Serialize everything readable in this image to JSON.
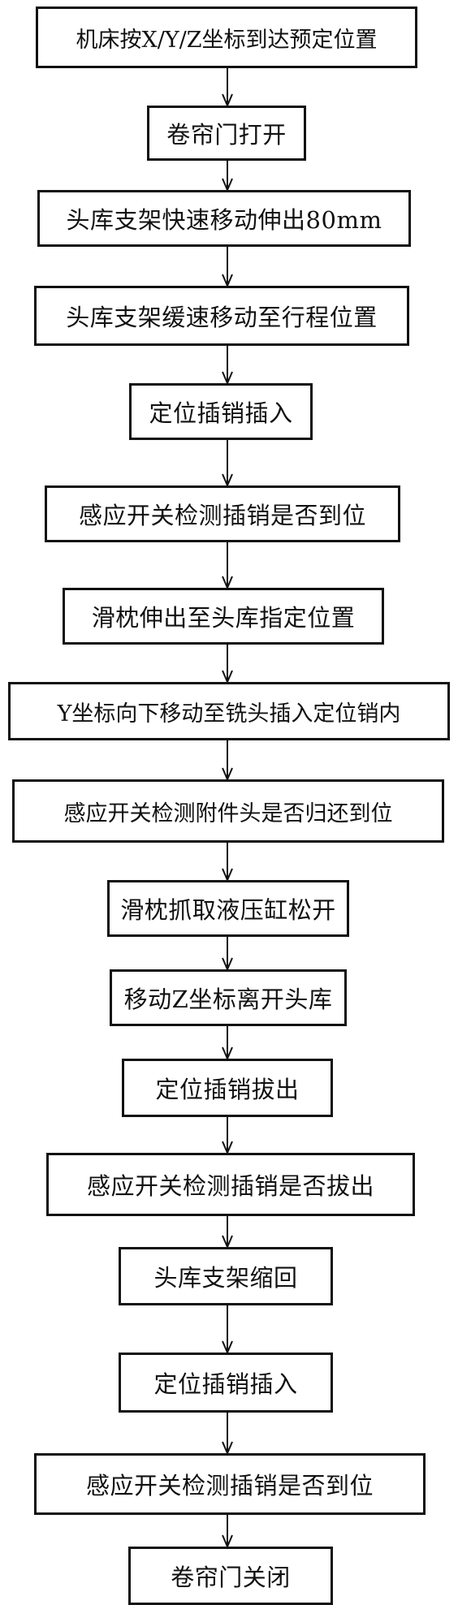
{
  "flowchart": {
    "steps": [
      {
        "id": "s1",
        "label": "机床按X/Y/Z坐标到达预定位置"
      },
      {
        "id": "s2",
        "label": "卷帘门打开"
      },
      {
        "id": "s3",
        "label": "头库支架快速移动伸出80mm"
      },
      {
        "id": "s4",
        "label": "头库支架缓速移动至行程位置"
      },
      {
        "id": "s5",
        "label": "定位插销插入"
      },
      {
        "id": "s6",
        "label": "感应开关检测插销是否到位"
      },
      {
        "id": "s7",
        "label": "滑枕伸出至头库指定位置"
      },
      {
        "id": "s8",
        "label": "Y坐标向下移动至铣头插入定位销内"
      },
      {
        "id": "s9",
        "label": "感应开关检测附件头是否归还到位"
      },
      {
        "id": "s10",
        "label": "滑枕抓取液压缸松开"
      },
      {
        "id": "s11",
        "label": "移动Z坐标离开头库"
      },
      {
        "id": "s12",
        "label": "定位插销拔出"
      },
      {
        "id": "s13",
        "label": "感应开关检测插销是否拔出"
      },
      {
        "id": "s14",
        "label": "头库支架缩回"
      },
      {
        "id": "s15",
        "label": "定位插销插入"
      },
      {
        "id": "s16",
        "label": "感应开关检测插销是否到位"
      },
      {
        "id": "s17",
        "label": "卷帘门关闭"
      }
    ],
    "colors": {
      "stroke": "#111111",
      "background": "#ffffff",
      "text": "#111111"
    }
  }
}
